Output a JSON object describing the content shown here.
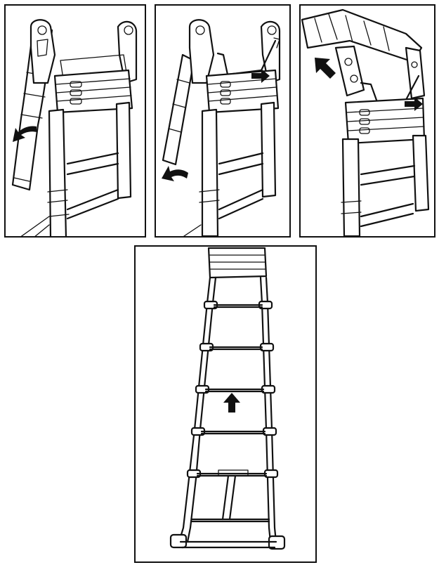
{
  "panels": [
    {
      "id": "step-1",
      "description_visible_text": ""
    },
    {
      "id": "step-2",
      "description_visible_text": ""
    },
    {
      "id": "step-3",
      "description_visible_text": ""
    },
    {
      "id": "step-4",
      "description_visible_text": ""
    }
  ],
  "colors": {
    "ink": "#111111",
    "paper": "#ffffff"
  },
  "icons": [
    "rotate-left-arrow-icon",
    "push-right-arrow-icon",
    "up-left-arrow-icon",
    "up-arrow-icon"
  ]
}
